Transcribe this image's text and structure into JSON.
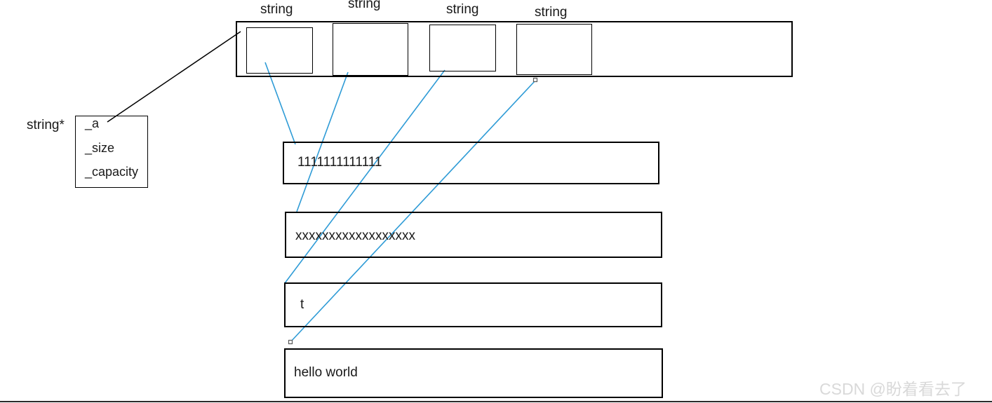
{
  "labels": {
    "string_headers": [
      "string",
      "string",
      "string",
      "string"
    ],
    "pointer_label": "string*",
    "struct_fields": [
      "_a",
      "_size",
      "_capacity"
    ]
  },
  "buffers": [
    {
      "text": "1111111111111"
    },
    {
      "text": "xxxxxxxxxxxxxxxxxx"
    },
    {
      "text": "t"
    },
    {
      "text": "hello world"
    }
  ],
  "watermark": "CSDN @盼着看去了",
  "colors": {
    "stroke_black": "#000000",
    "line_blue": "#2e9bd6",
    "handle_gray": "#595959",
    "watermark_gray": "#d9d9d9"
  }
}
